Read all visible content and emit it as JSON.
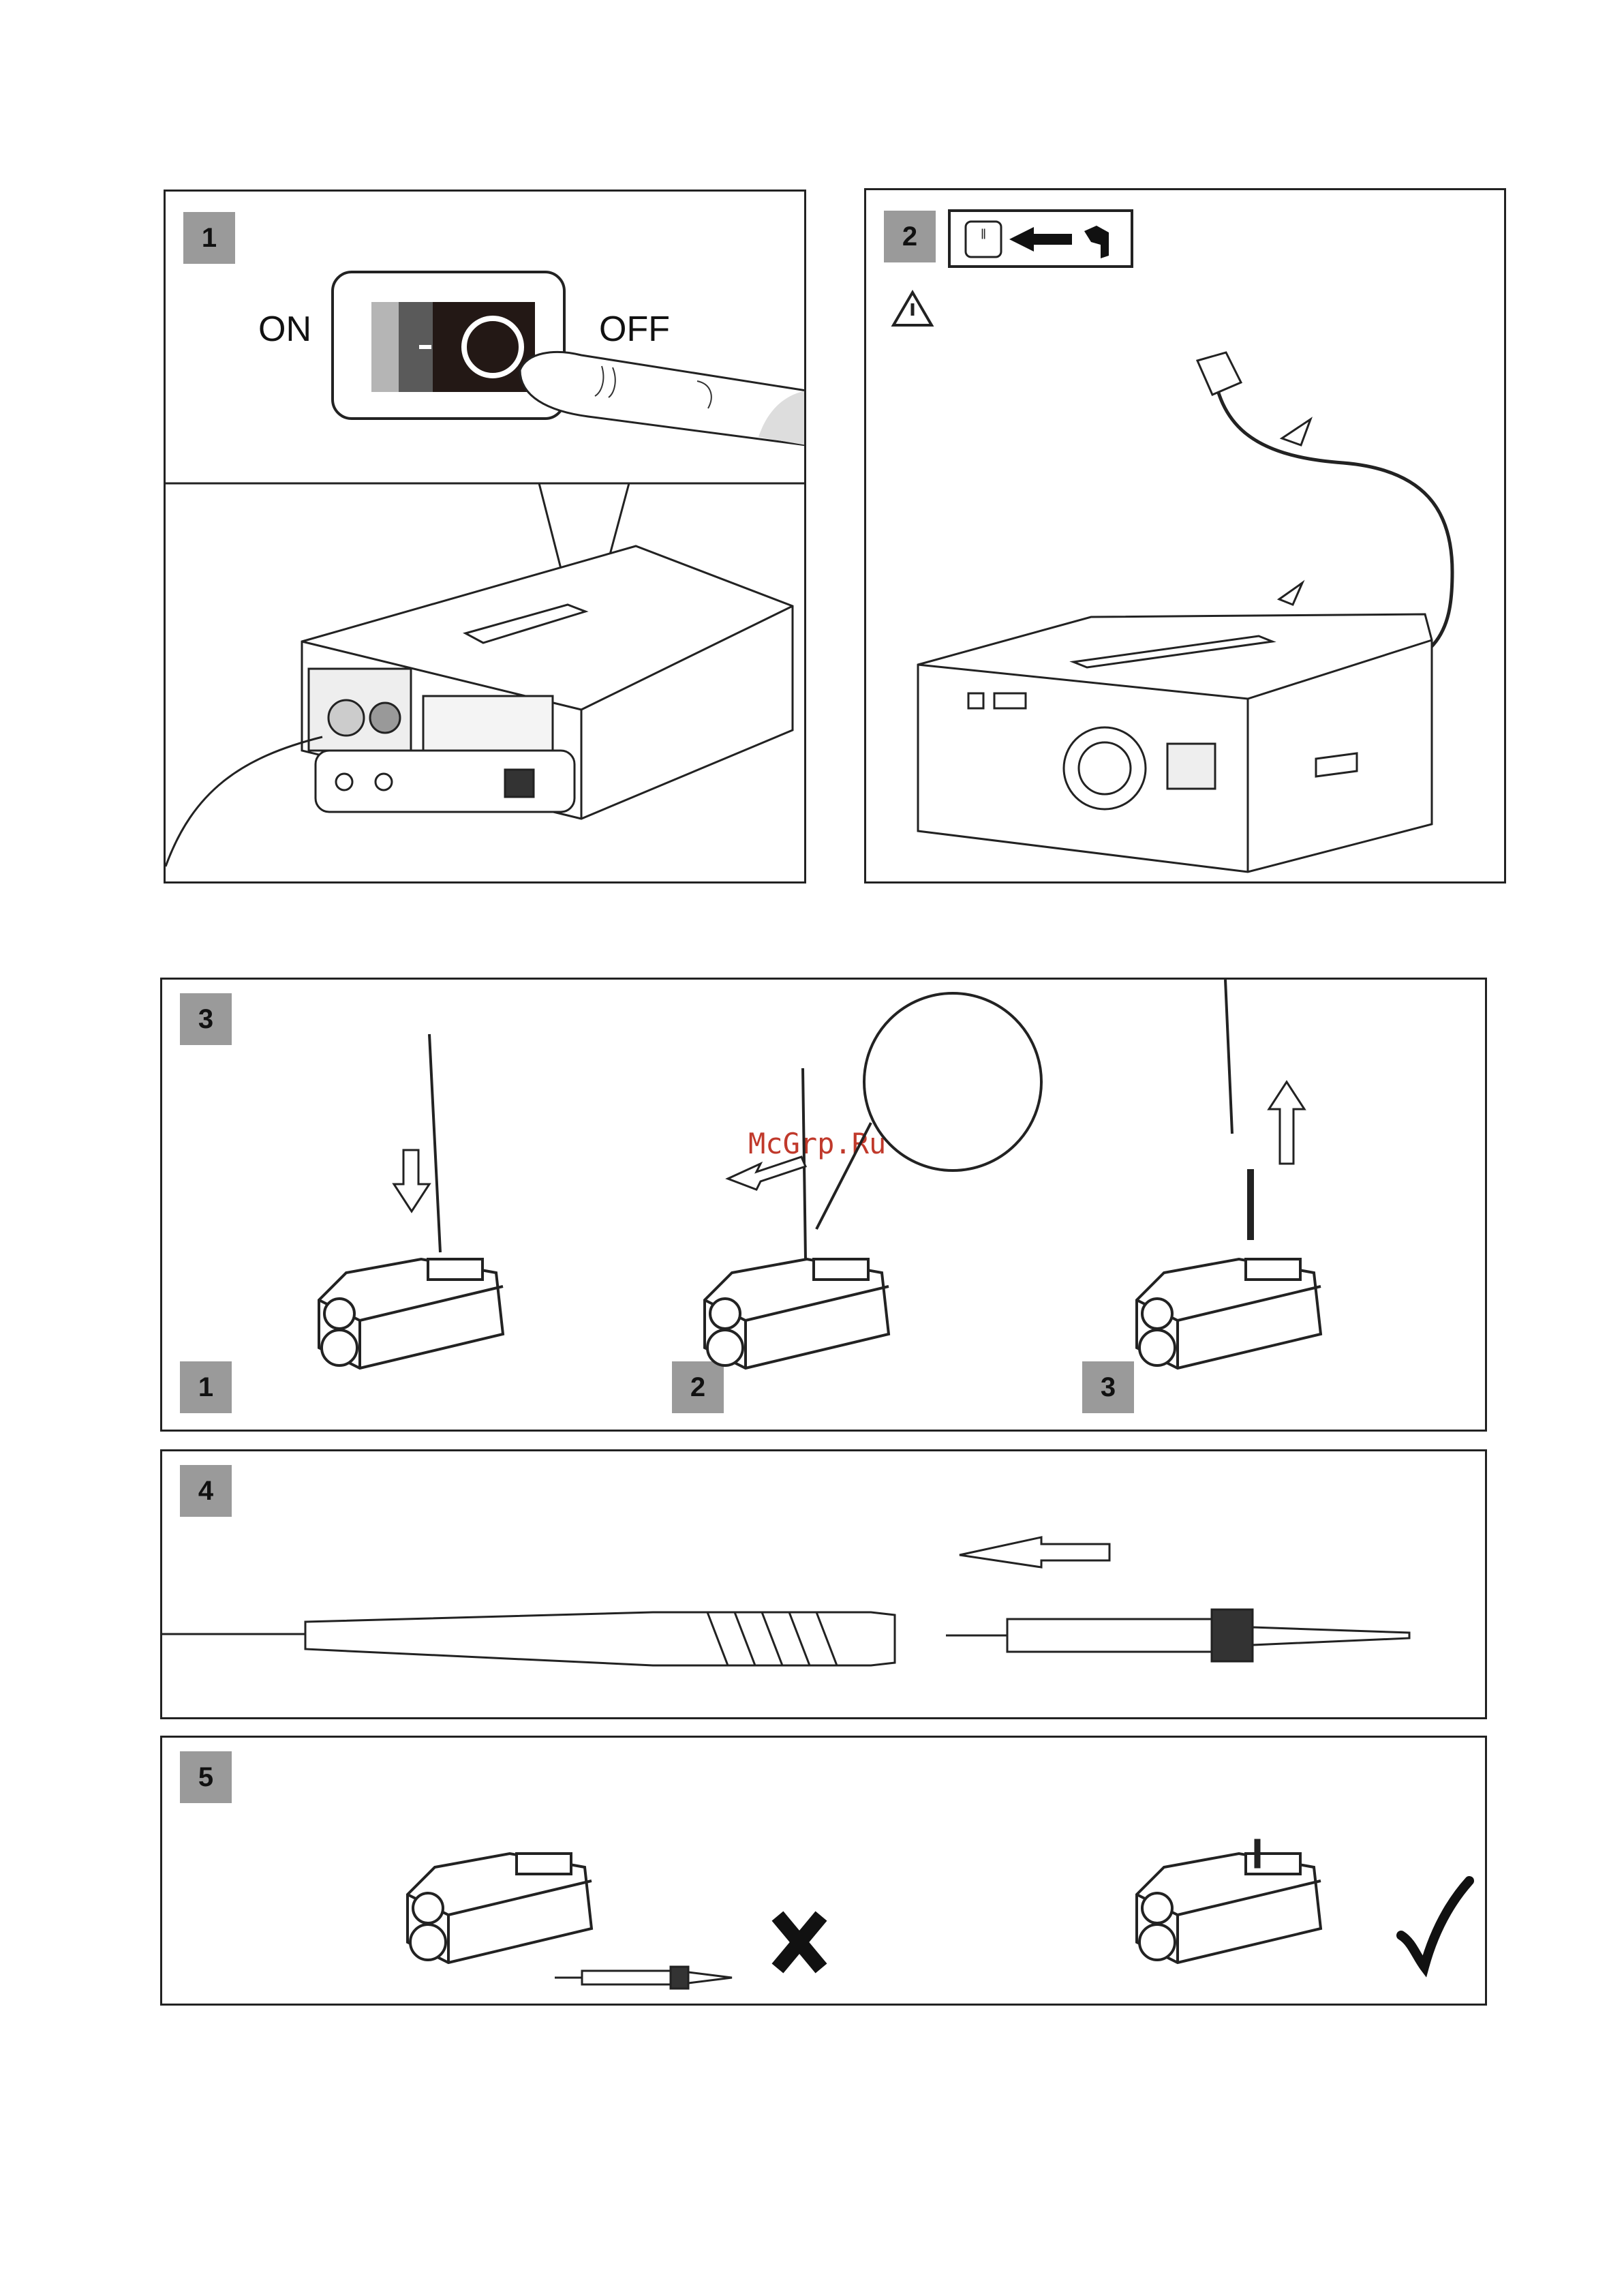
{
  "panels": [
    {
      "number": "1",
      "switch": {
        "on_label": "ON",
        "off_label": "OFF"
      }
    },
    {
      "number": "2"
    },
    {
      "number": "3",
      "steps": [
        "1",
        "2",
        "3"
      ]
    },
    {
      "number": "4"
    },
    {
      "number": "5"
    }
  ],
  "watermark": "McGrp.Ru",
  "colors": {
    "badge": "#9a9a9a",
    "line": "#222222",
    "watermark": "#c0392b"
  },
  "icons": [
    "power-switch-icon",
    "soldering-station-icon",
    "power-socket-icon",
    "power-plug-icon",
    "warning-icon",
    "arrow-icon",
    "soldering-iron-stand-icon",
    "soldering-iron-icon",
    "cross-mark-icon",
    "check-mark-icon"
  ]
}
